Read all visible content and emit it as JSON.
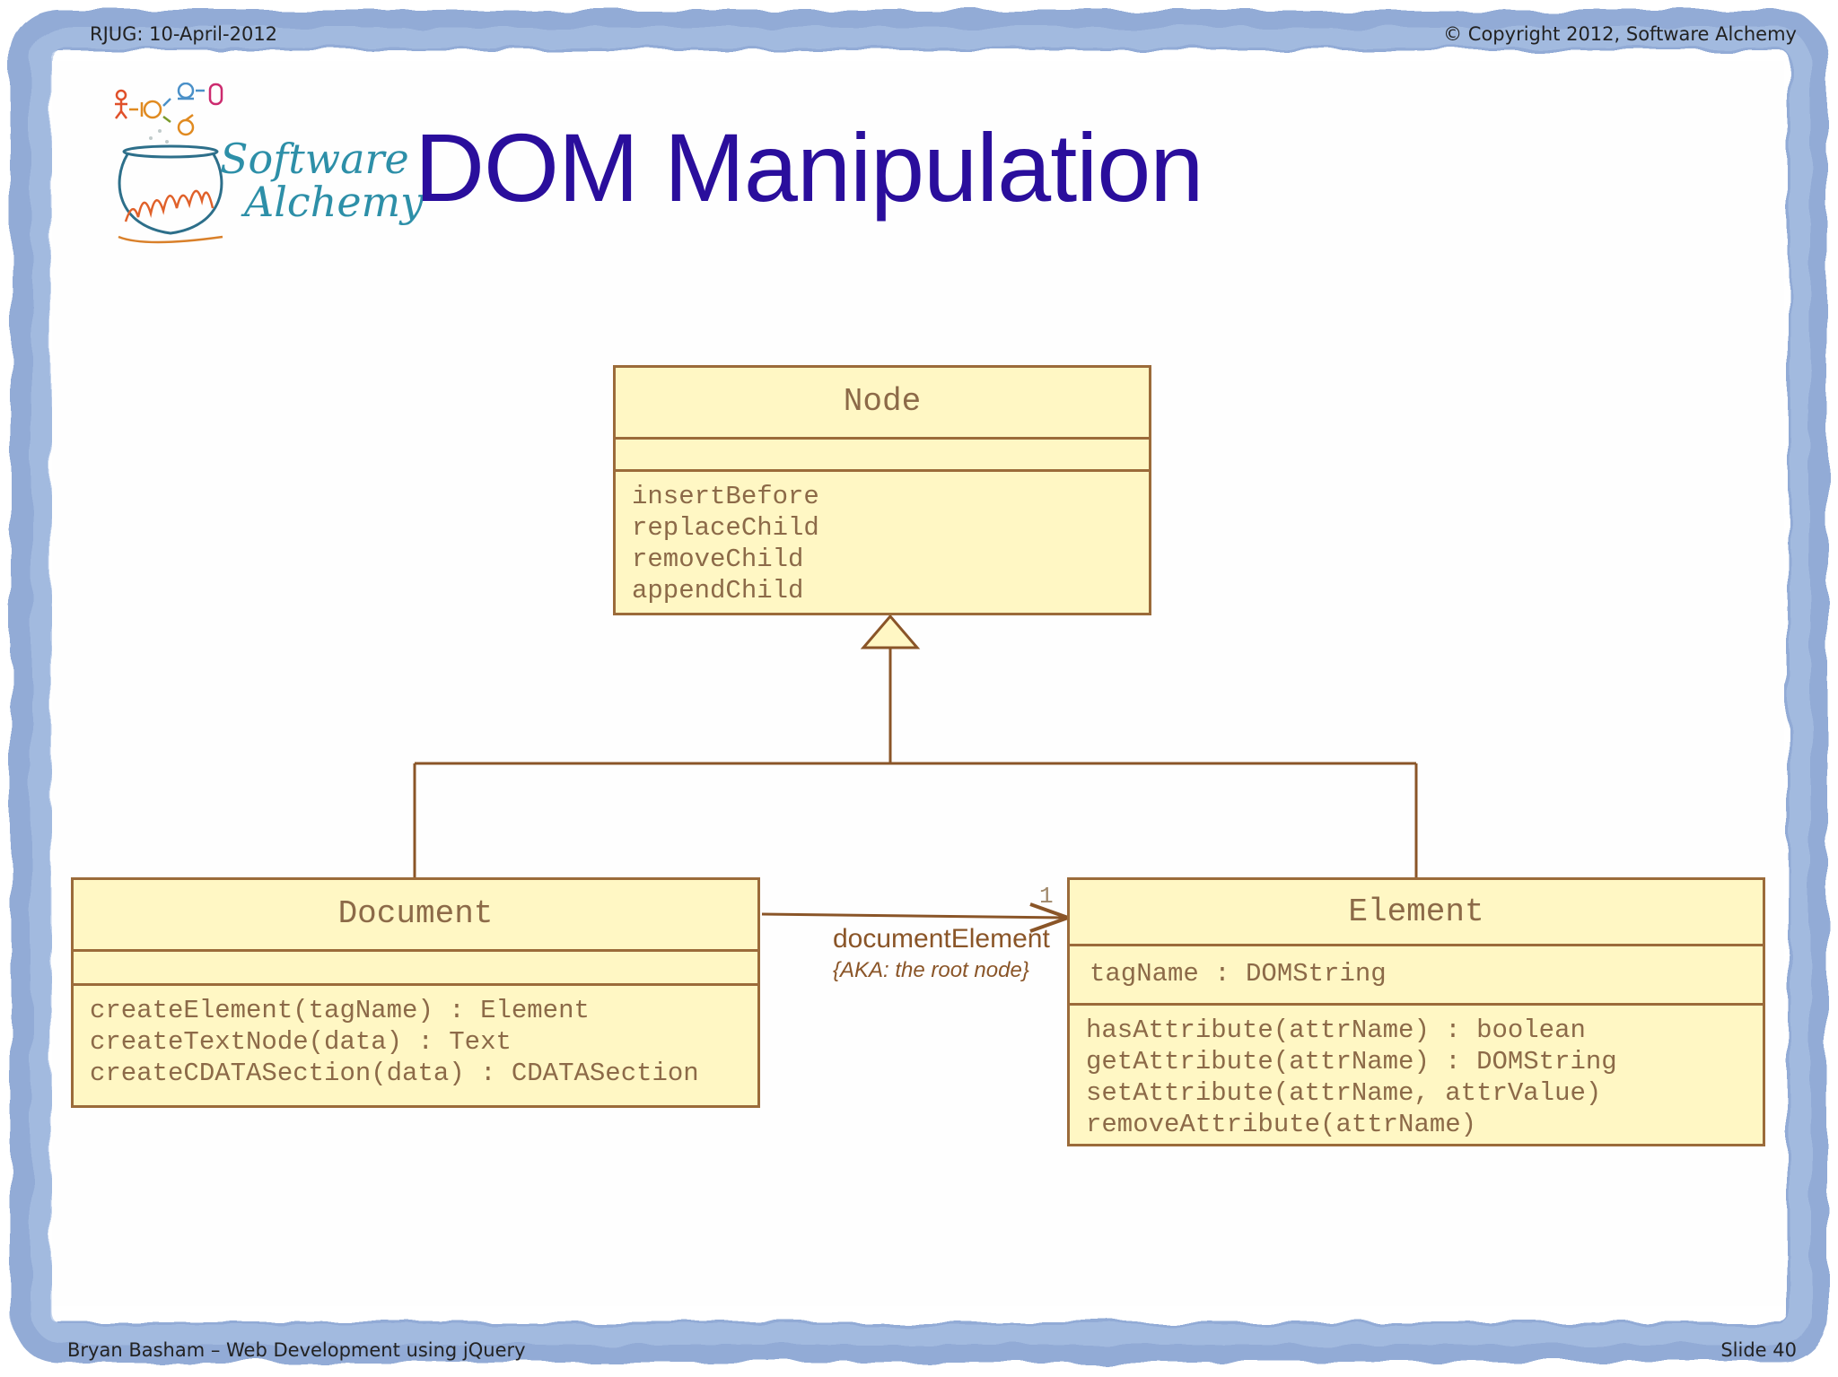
{
  "header": {
    "left": "RJUG:  10-April-2012",
    "right": "© Copyright 2012, Software Alchemy"
  },
  "footer": {
    "left": "Bryan Basham – Web Development using jQuery",
    "right": "Slide 40"
  },
  "title": "DOM Manipulation",
  "logo": {
    "line1": "Software",
    "line2": "Alchemy"
  },
  "diagram": {
    "node": {
      "name": "Node",
      "attributes": [],
      "operations": [
        "insertBefore",
        "replaceChild",
        "removeChild",
        "appendChild"
      ]
    },
    "document": {
      "name": "Document",
      "attributes": [],
      "operations": [
        "createElement(tagName) : Element",
        "createTextNode(data) : Text",
        "createCDATASection(data) : CDATASection"
      ]
    },
    "element": {
      "name": "Element",
      "attributes": [
        "tagName : DOMString"
      ],
      "operations": [
        "hasAttribute(attrName) : boolean",
        "getAttribute(attrName) : DOMString",
        "setAttribute(attrName, attrValue)",
        "removeAttribute(attrName)"
      ]
    },
    "association": {
      "role": "documentElement",
      "note": "{AKA: the root node}",
      "multiplicity": "1"
    }
  },
  "colors": {
    "title": "#2a0e9c",
    "class_fill": "#fff7c4",
    "class_border": "#9b6b3a",
    "class_text": "#8c6a48",
    "frame": "#7f9ccf"
  }
}
